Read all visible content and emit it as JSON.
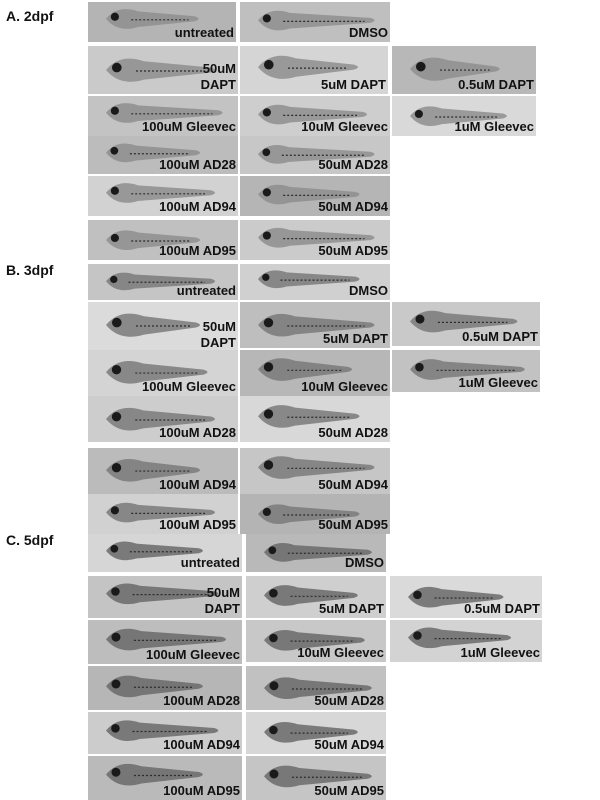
{
  "sections": [
    {
      "label": "A. 2dpf",
      "panels": [
        {
          "caption": "untreated"
        },
        {
          "caption": "DMSO"
        },
        {
          "caption": "50uM\nDAPT"
        },
        {
          "caption": "5uM DAPT"
        },
        {
          "caption": "0.5uM DAPT"
        },
        {
          "caption": "100uM Gleevec"
        },
        {
          "caption": "10uM Gleevec"
        },
        {
          "caption": "1uM Gleevec"
        },
        {
          "caption": "100uM AD28"
        },
        {
          "caption": "50uM AD28"
        },
        {
          "caption": "100uM AD94"
        },
        {
          "caption": "50uM AD94"
        },
        {
          "caption": "100uM AD95"
        },
        {
          "caption": "50uM AD95"
        }
      ]
    },
    {
      "label": "B. 3dpf",
      "panels": [
        {
          "caption": "untreated"
        },
        {
          "caption": "DMSO"
        },
        {
          "caption": "50uM\nDAPT"
        },
        {
          "caption": "5uM DAPT"
        },
        {
          "caption": "0.5uM DAPT"
        },
        {
          "caption": "100uM Gleevec"
        },
        {
          "caption": "10uM Gleevec"
        },
        {
          "caption": "1uM Gleevec"
        },
        {
          "caption": "100uM AD28"
        },
        {
          "caption": "50uM AD28"
        },
        {
          "caption": "100uM AD94"
        },
        {
          "caption": "50uM AD94"
        },
        {
          "caption": "100uM AD95"
        },
        {
          "caption": "50uM AD95"
        }
      ]
    },
    {
      "label": "C. 5dpf",
      "panels": [
        {
          "caption": "untreated"
        },
        {
          "caption": "DMSO"
        },
        {
          "caption": "50uM\nDAPT"
        },
        {
          "caption": "5uM DAPT"
        },
        {
          "caption": "0.5uM DAPT"
        },
        {
          "caption": "100uM Gleevec"
        },
        {
          "caption": "10uM Gleevec"
        },
        {
          "caption": "1uM Gleevec"
        },
        {
          "caption": "100uM AD28"
        },
        {
          "caption": "50uM AD28"
        },
        {
          "caption": "100uM AD94"
        },
        {
          "caption": "50uM AD94"
        },
        {
          "caption": "100uM AD95"
        },
        {
          "caption": "50uM AD95"
        }
      ]
    }
  ]
}
